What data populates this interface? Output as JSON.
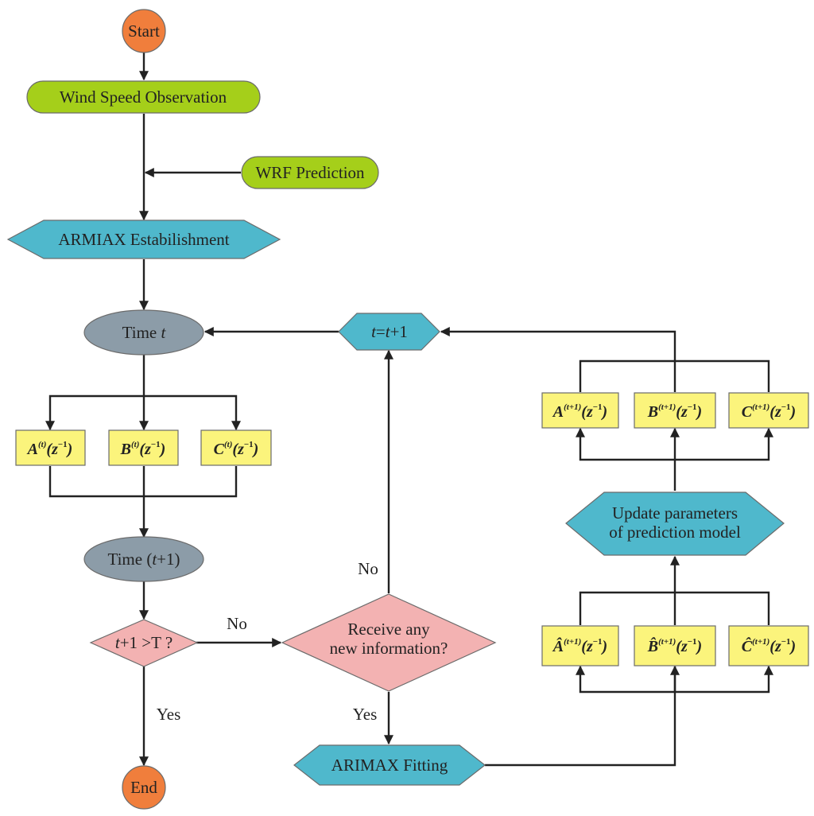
{
  "colors": {
    "terminal": "#f07e3c",
    "io": "#a5cf1a",
    "process": "#4fb8cc",
    "state": "#8c9ca8",
    "decision": "#f3b2b2",
    "param": "#fbf47c",
    "line": "#222222"
  },
  "nodes": {
    "start": "Start",
    "observation": "Wind Speed Observation",
    "wrf": "WRF Prediction",
    "establish": "ARMIAX Estabilishment",
    "time_t_prefix": "Time ",
    "time_t_var": "t",
    "time_t1_prefix": "Time (",
    "time_t1_var": "t",
    "time_t1_suffix": "+1)",
    "decision_t_var": "t",
    "decision_t_rest": "+1 >T ?",
    "receive_line1": "Receive any",
    "receive_line2": "new information?",
    "fitting": "ARIMAX Fitting",
    "end": "End",
    "update_t_var_a": "t",
    "update_t_eq": "=",
    "update_t_var_b": "t",
    "update_t_plus": "+1",
    "update_line1": "Update parameters",
    "update_line2": "of prediction model"
  },
  "params": {
    "current": [
      "A",
      "B",
      "C"
    ],
    "current_sup": "(t)",
    "next": [
      "A",
      "B",
      "C"
    ],
    "next_sup": "(t+1)",
    "estimated": [
      "Â",
      "B̂",
      "Ĉ"
    ],
    "estimated_sup": "(t+1)",
    "arg": "(z",
    "arg_exp": "−1",
    "arg_close": ")"
  },
  "edge_labels": {
    "decision_no": "No",
    "decision_yes": "Yes",
    "receive_no": "No",
    "receive_yes": "Yes"
  }
}
